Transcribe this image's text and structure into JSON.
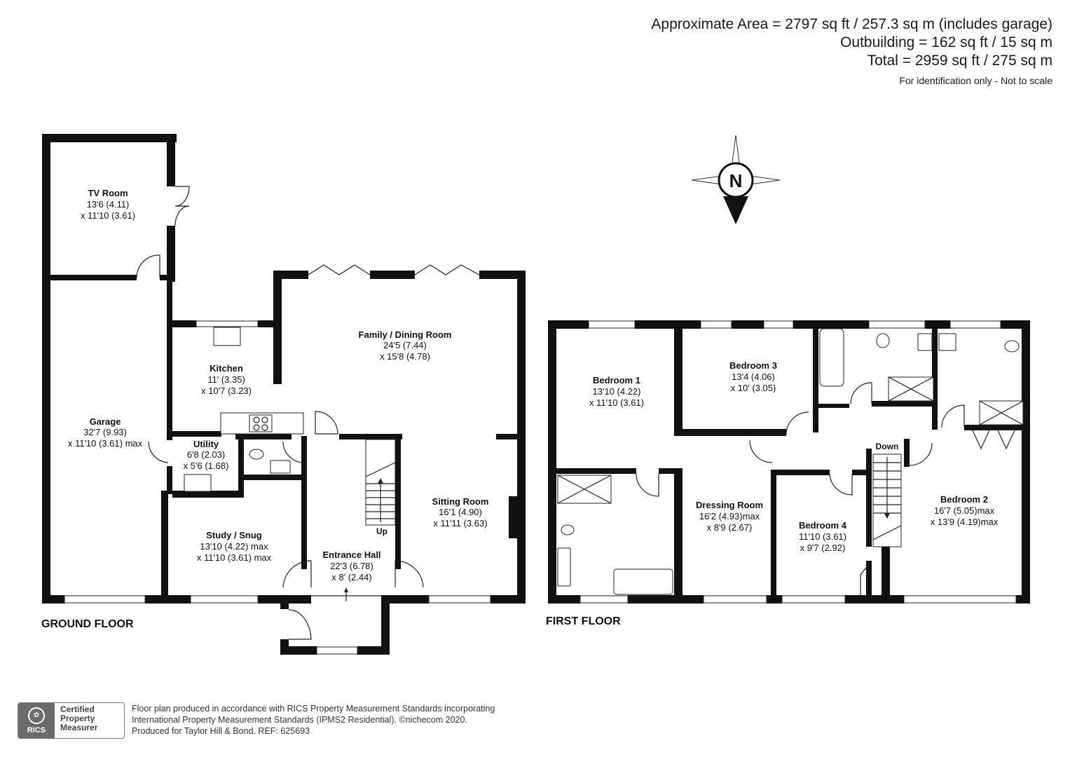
{
  "header": {
    "area_line": "Approximate Area = 2797 sq ft / 257.3 sq m (includes garage)",
    "outbuilding_line": "Outbuilding = 162 sq ft / 15 sq m",
    "total_line": "Total = 2959 sq ft / 275 sq m",
    "note": "For identification only - Not to scale"
  },
  "compass": {
    "label": "N"
  },
  "ground_floor": {
    "label": "GROUND FLOOR",
    "rooms": {
      "tv_room": {
        "name": "TV Room",
        "dim1": "13'6 (4.11)",
        "dim2": "x 11'10 (3.61)"
      },
      "garage": {
        "name": "Garage",
        "dim1": "32'7 (9.93)",
        "dim2": "x 11'10 (3.61) max"
      },
      "kitchen": {
        "name": "Kitchen",
        "dim1": "11' (3.35)",
        "dim2": "x 10'7 (3.23)"
      },
      "family_dining": {
        "name": "Family / Dining Room",
        "dim1": "24'5 (7.44)",
        "dim2": "x 15'8 (4.78)"
      },
      "utility": {
        "name": "Utility",
        "dim1": "6'8 (2.03)",
        "dim2": "x 5'6 (1.68)"
      },
      "sitting_room": {
        "name": "Sitting Room",
        "dim1": "16'1 (4.90)",
        "dim2": "x 11'11 (3.63)"
      },
      "study_snug": {
        "name": "Study / Snug",
        "dim1": "13'10 (4.22) max",
        "dim2": "x 11'10 (3.61) max"
      },
      "entrance_hall": {
        "name": "Entrance Hall",
        "dim1": "22'3 (6.78)",
        "dim2": "x 8' (2.44)"
      }
    },
    "stairs_label": "Up"
  },
  "first_floor": {
    "label": "FIRST FLOOR",
    "rooms": {
      "bedroom1": {
        "name": "Bedroom 1",
        "dim1": "13'10 (4.22)",
        "dim2": "x 11'10 (3.61)"
      },
      "bedroom3": {
        "name": "Bedroom 3",
        "dim1": "13'4 (4.06)",
        "dim2": "x 10' (3.05)"
      },
      "dressing_room": {
        "name": "Dressing Room",
        "dim1": "16'2 (4.93)max",
        "dim2": "x 8'9 (2.67)"
      },
      "bedroom4": {
        "name": "Bedroom 4",
        "dim1": "11'10 (3.61)",
        "dim2": "x 9'7 (2.92)"
      },
      "bedroom2": {
        "name": "Bedroom 2",
        "dim1": "16'7 (5.05)max",
        "dim2": "x 13'9 (4.19)max"
      }
    },
    "stairs_label": "Down"
  },
  "footer": {
    "line1": "Floor plan produced in accordance with RICS Property Measurement Standards incorporating",
    "line2": "International Property Measurement Standards (IPMS2 Residential).  ©nichecom 2020.",
    "line3": "Produced for Taylor Hill & Bond.   REF:  625693",
    "badge_logo": "RICS",
    "badge_line1": "Certified",
    "badge_line2": "Property",
    "badge_line3": "Measurer"
  }
}
